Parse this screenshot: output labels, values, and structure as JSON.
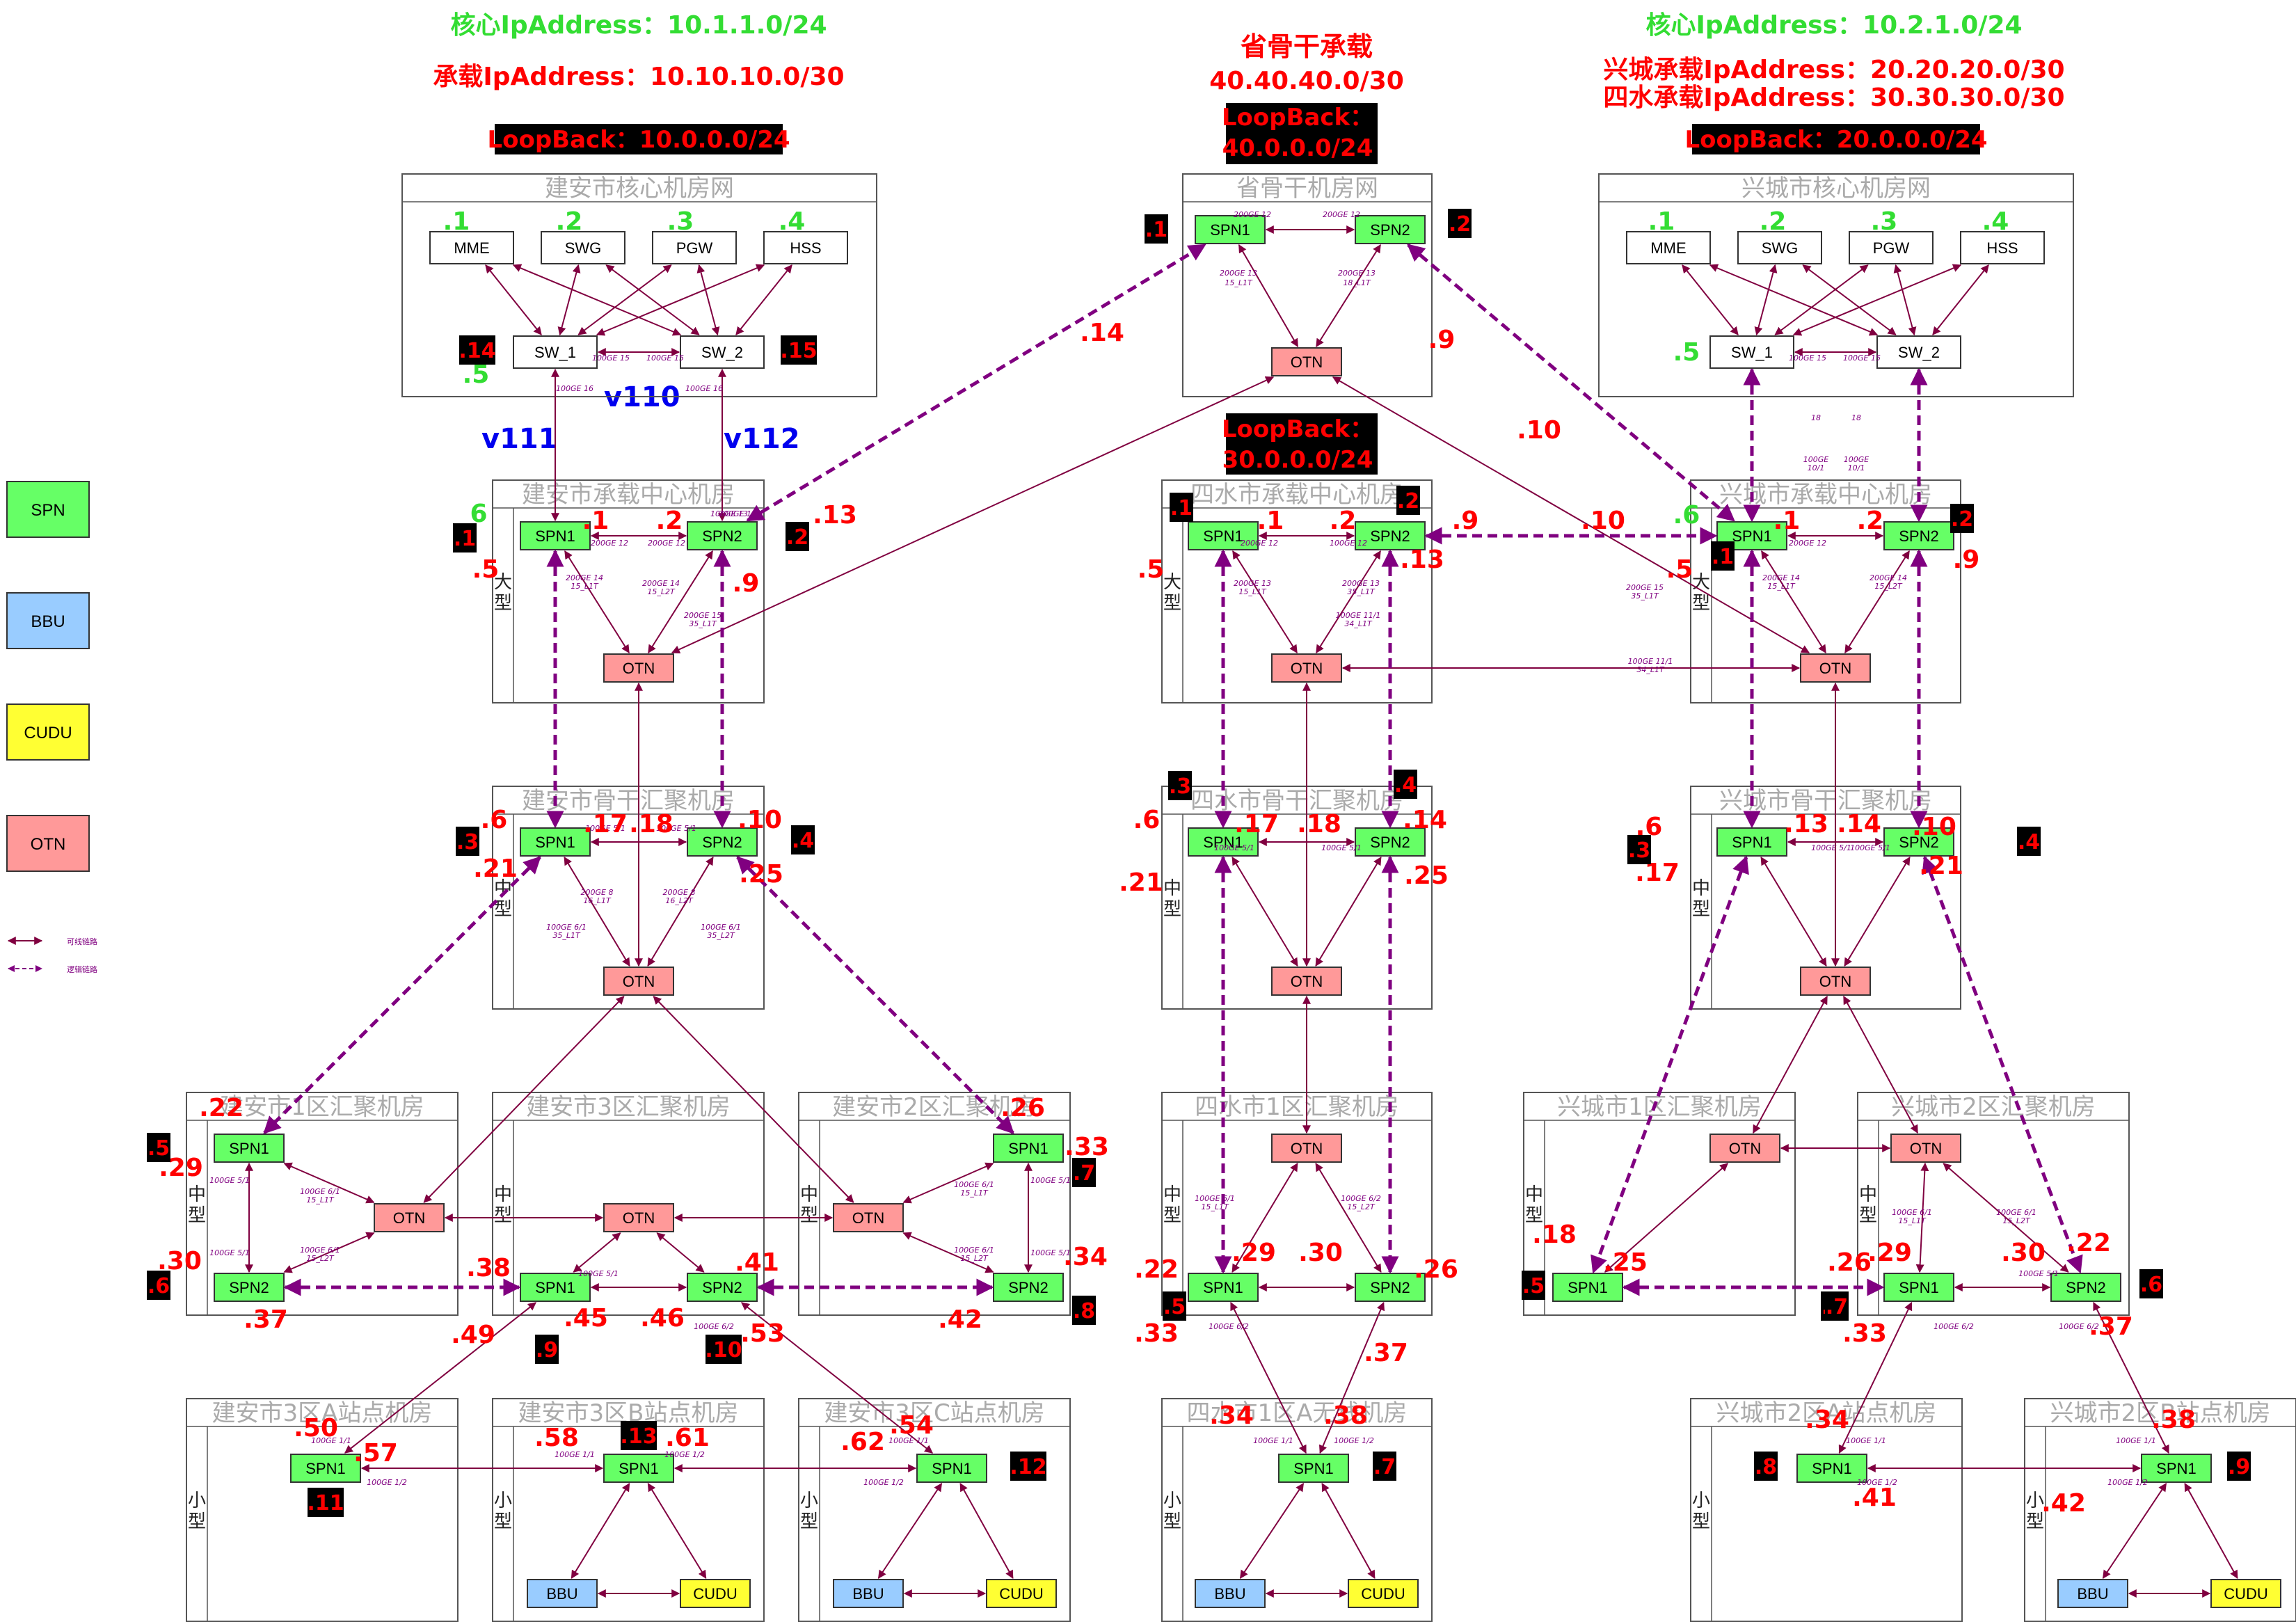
{
  "headers": {
    "left_core_ip": "核心IpAddress：10.1.1.0/24",
    "left_bearer_ip": "承载IpAddress：10.10.10.0/30",
    "left_loopback": "LoopBack：10.0.0.0/24",
    "mid_title": "省骨干承载",
    "mid_ip": "40.40.40.0/30",
    "mid_loopback_a": "LoopBack：",
    "mid_loopback_b": "40.0.0.0/24",
    "right_core_ip": "核心IpAddress：10.2.1.0/24",
    "right_bearer_ip1": "兴城承载IpAddress：20.20.20.0/30",
    "right_bearer_ip2": "四水承载IpAddress：30.30.30.0/30",
    "right_loopback": "LoopBack：20.0.0.0/24",
    "sishui_loopback_a": "LoopBack：",
    "sishui_loopback_b": "30.0.0.0/24"
  },
  "colors": {
    "spn": "#66ff66",
    "bbu": "#99ccff",
    "cudu": "#ffff33",
    "otn": "#ff9999",
    "link": "#800040",
    "dashed": "#800080",
    "red": "#ff0000",
    "green": "#33dd33",
    "blue": "#0000ee"
  },
  "legend": [
    {
      "label": "SPN",
      "color": "#66ff66"
    },
    {
      "label": "BBU",
      "color": "#99ccff"
    },
    {
      "label": "CUDU",
      "color": "#ffff33"
    },
    {
      "label": "OTN",
      "color": "#ff9999"
    }
  ],
  "legend_lines": [
    "可线链路",
    "逻辑链路"
  ],
  "vlans": [
    "v111",
    "v110",
    "v112"
  ],
  "rooms": [
    {
      "id": "ja_core",
      "title": "建安市核心机房网"
    },
    {
      "id": "prov",
      "title": "省骨干机房网"
    },
    {
      "id": "xc_core",
      "title": "兴城市核心机房网"
    },
    {
      "id": "ja_bear",
      "title": "建安市承载中心机房",
      "size": "大型"
    },
    {
      "id": "ss_bear",
      "title": "四水市承载中心机房",
      "size": "大型"
    },
    {
      "id": "xc_bear",
      "title": "兴城市承载中心机房",
      "size": "大型"
    },
    {
      "id": "ja_agg",
      "title": "建安市骨干汇聚机房",
      "size": "中型"
    },
    {
      "id": "ss_agg",
      "title": "四水市骨干汇聚机房",
      "size": "中型"
    },
    {
      "id": "xc_agg",
      "title": "兴城市骨干汇聚机房",
      "size": "中型"
    },
    {
      "id": "ja1",
      "title": "建安市1区汇聚机房",
      "size": "中型"
    },
    {
      "id": "ja3",
      "title": "建安市3区汇聚机房",
      "size": "中型"
    },
    {
      "id": "ja2",
      "title": "建安市2区汇聚机房",
      "size": "中型"
    },
    {
      "id": "ss1",
      "title": "四水市1区汇聚机房",
      "size": "中型"
    },
    {
      "id": "xc1",
      "title": "兴城市1区汇聚机房",
      "size": "中型"
    },
    {
      "id": "xc2",
      "title": "兴城市2区汇聚机房",
      "size": "中型"
    },
    {
      "id": "ja3a",
      "title": "建安市3区A站点机房",
      "size": "小型"
    },
    {
      "id": "ja3b",
      "title": "建安市3区B站点机房",
      "size": "小型"
    },
    {
      "id": "ja3c",
      "title": "建安市3区C站点机房",
      "size": "小型"
    },
    {
      "id": "ss1a",
      "title": "四水市1区A无线机房",
      "size": "小型"
    },
    {
      "id": "xc2a",
      "title": "兴城市2区A站点机房",
      "size": "小型"
    },
    {
      "id": "xc2b",
      "title": "兴城市2区B站点机房",
      "size": "小型"
    }
  ],
  "nodes": [
    {
      "id": "ja_mme",
      "label": "MME",
      "type": "box"
    },
    {
      "id": "ja_swg",
      "label": "SWG",
      "type": "box"
    },
    {
      "id": "ja_pgw",
      "label": "PGW",
      "type": "box"
    },
    {
      "id": "ja_hss",
      "label": "HSS",
      "type": "box"
    },
    {
      "id": "ja_sw1",
      "label": "SW_1",
      "type": "box"
    },
    {
      "id": "ja_sw2",
      "label": "SW_2",
      "type": "box"
    },
    {
      "id": "xc_mme",
      "label": "MME",
      "type": "box"
    },
    {
      "id": "xc_swg",
      "label": "SWG",
      "type": "box"
    },
    {
      "id": "xc_pgw",
      "label": "PGW",
      "type": "box"
    },
    {
      "id": "xc_hss",
      "label": "HSS",
      "type": "box"
    },
    {
      "id": "xc_sw1",
      "label": "SW_1",
      "type": "box"
    },
    {
      "id": "xc_sw2",
      "label": "SW_2",
      "type": "box"
    },
    {
      "id": "pv_spn1",
      "label": "SPN1",
      "type": "spn"
    },
    {
      "id": "pv_spn2",
      "label": "SPN2",
      "type": "spn"
    },
    {
      "id": "pv_otn",
      "label": "OTN",
      "type": "otn"
    },
    {
      "id": "jb_spn1",
      "label": "SPN1",
      "type": "spn"
    },
    {
      "id": "jb_spn2",
      "label": "SPN2",
      "type": "spn"
    },
    {
      "id": "jb_otn",
      "label": "OTN",
      "type": "otn"
    },
    {
      "id": "sb_spn1",
      "label": "SPN1",
      "type": "spn"
    },
    {
      "id": "sb_spn2",
      "label": "SPN2",
      "type": "spn"
    },
    {
      "id": "sb_otn",
      "label": "OTN",
      "type": "otn"
    },
    {
      "id": "xb_spn1",
      "label": "SPN1",
      "type": "spn"
    },
    {
      "id": "xb_spn2",
      "label": "SPN2",
      "type": "spn"
    },
    {
      "id": "xb_otn",
      "label": "OTN",
      "type": "otn"
    },
    {
      "id": "jg_spn1",
      "label": "SPN1",
      "type": "spn"
    },
    {
      "id": "jg_spn2",
      "label": "SPN2",
      "type": "spn"
    },
    {
      "id": "jg_otn",
      "label": "OTN",
      "type": "otn"
    },
    {
      "id": "sg_spn1",
      "label": "SPN1",
      "type": "spn"
    },
    {
      "id": "sg_spn2",
      "label": "SPN2",
      "type": "spn"
    },
    {
      "id": "sg_otn",
      "label": "OTN",
      "type": "otn"
    },
    {
      "id": "xg_spn1",
      "label": "SPN1",
      "type": "spn"
    },
    {
      "id": "xg_spn2",
      "label": "SPN2",
      "type": "spn"
    },
    {
      "id": "xg_otn",
      "label": "OTN",
      "type": "otn"
    },
    {
      "id": "j1_spn1",
      "label": "SPN1",
      "type": "spn"
    },
    {
      "id": "j1_spn2",
      "label": "SPN2",
      "type": "spn"
    },
    {
      "id": "j1_otn",
      "label": "OTN",
      "type": "otn"
    },
    {
      "id": "j3_otn",
      "label": "OTN",
      "type": "otn"
    },
    {
      "id": "j3_spn1",
      "label": "SPN1",
      "type": "spn"
    },
    {
      "id": "j3_spn2",
      "label": "SPN2",
      "type": "spn"
    },
    {
      "id": "j2_spn1",
      "label": "SPN1",
      "type": "spn"
    },
    {
      "id": "j2_spn2",
      "label": "SPN2",
      "type": "spn"
    },
    {
      "id": "j2_otn",
      "label": "OTN",
      "type": "otn"
    },
    {
      "id": "s1_otn",
      "label": "OTN",
      "type": "otn"
    },
    {
      "id": "s1_spn1",
      "label": "SPN1",
      "type": "spn"
    },
    {
      "id": "s1_spn2",
      "label": "SPN2",
      "type": "spn"
    },
    {
      "id": "x1_otn",
      "label": "OTN",
      "type": "otn"
    },
    {
      "id": "x1_spn1",
      "label": "SPN1",
      "type": "spn"
    },
    {
      "id": "x2_otn",
      "label": "OTN",
      "type": "otn"
    },
    {
      "id": "x2_spn1",
      "label": "SPN1",
      "type": "spn"
    },
    {
      "id": "x2_spn2",
      "label": "SPN2",
      "type": "spn"
    },
    {
      "id": "ja_spn",
      "label": "SPN1",
      "type": "spn"
    },
    {
      "id": "jb3_spn",
      "label": "SPN1",
      "type": "spn"
    },
    {
      "id": "jc_spn",
      "label": "SPN1",
      "type": "spn"
    },
    {
      "id": "jb3_bbu",
      "label": "BBU",
      "type": "bbu"
    },
    {
      "id": "jb3_cudu",
      "label": "CUDU",
      "type": "cudu"
    },
    {
      "id": "jc_bbu",
      "label": "BBU",
      "type": "bbu"
    },
    {
      "id": "jc_cudu",
      "label": "CUDU",
      "type": "cudu"
    },
    {
      "id": "sa_spn",
      "label": "SPN1",
      "type": "spn"
    },
    {
      "id": "sa_bbu",
      "label": "BBU",
      "type": "bbu"
    },
    {
      "id": "sa_cudu",
      "label": "CUDU",
      "type": "cudu"
    },
    {
      "id": "xa_spn",
      "label": "SPN1",
      "type": "spn"
    },
    {
      "id": "xbs_spn",
      "label": "SPN1",
      "type": "spn"
    },
    {
      "id": "xbs_bbu",
      "label": "BBU",
      "type": "bbu"
    },
    {
      "id": "xbs_cudu",
      "label": "CUDU",
      "type": "cudu"
    }
  ],
  "links": [
    [
      "ja_mme",
      "ja_sw1"
    ],
    [
      "ja_mme",
      "ja_sw2"
    ],
    [
      "ja_swg",
      "ja_sw1"
    ],
    [
      "ja_swg",
      "ja_sw2"
    ],
    [
      "ja_pgw",
      "ja_sw1"
    ],
    [
      "ja_pgw",
      "ja_sw2"
    ],
    [
      "ja_hss",
      "ja_sw1"
    ],
    [
      "ja_hss",
      "ja_sw2"
    ],
    [
      "ja_sw1",
      "ja_sw2"
    ],
    [
      "ja_sw1",
      "jb_spn1"
    ],
    [
      "ja_sw2",
      "jb_spn2"
    ],
    [
      "xc_mme",
      "xc_sw1"
    ],
    [
      "xc_mme",
      "xc_sw2"
    ],
    [
      "xc_swg",
      "xc_sw1"
    ],
    [
      "xc_swg",
      "xc_sw2"
    ],
    [
      "xc_pgw",
      "xc_sw1"
    ],
    [
      "xc_pgw",
      "xc_sw2"
    ],
    [
      "xc_hss",
      "xc_sw1"
    ],
    [
      "xc_hss",
      "xc_sw2"
    ],
    [
      "xc_sw1",
      "xc_sw2"
    ],
    [
      "pv_spn1",
      "pv_spn2"
    ],
    [
      "pv_spn1",
      "pv_otn"
    ],
    [
      "pv_spn2",
      "pv_otn"
    ],
    [
      "pv_otn",
      "jb_otn"
    ],
    [
      "pv_otn",
      "xb_otn"
    ],
    [
      "jb_spn1",
      "jb_spn2"
    ],
    [
      "jb_spn1",
      "jb_otn"
    ],
    [
      "jb_spn2",
      "jb_otn"
    ],
    [
      "sb_spn1",
      "sb_spn2"
    ],
    [
      "sb_spn1",
      "sb_otn"
    ],
    [
      "sb_spn2",
      "sb_otn"
    ],
    [
      "sb_otn",
      "xb_otn"
    ],
    [
      "xb_spn1",
      "xb_spn2"
    ],
    [
      "xb_spn1",
      "xb_otn"
    ],
    [
      "xb_spn2",
      "xb_otn"
    ],
    [
      "jb_otn",
      "jg_otn"
    ],
    [
      "sb_otn",
      "sg_otn"
    ],
    [
      "xb_otn",
      "xg_otn"
    ],
    [
      "jg_spn1",
      "jg_spn2"
    ],
    [
      "jg_spn1",
      "jg_otn"
    ],
    [
      "jg_spn2",
      "jg_otn"
    ],
    [
      "sg_spn1",
      "sg_spn2"
    ],
    [
      "sg_spn1",
      "sg_otn"
    ],
    [
      "sg_spn2",
      "sg_otn"
    ],
    [
      "xg_spn1",
      "xg_spn2"
    ],
    [
      "xg_spn1",
      "xg_otn"
    ],
    [
      "xg_spn2",
      "xg_otn"
    ],
    [
      "jg_otn",
      "j1_otn"
    ],
    [
      "jg_otn",
      "j2_otn"
    ],
    [
      "sg_otn",
      "s1_otn"
    ],
    [
      "xg_otn",
      "x1_otn"
    ],
    [
      "xg_otn",
      "x2_otn"
    ],
    [
      "j1_spn1",
      "j1_spn2"
    ],
    [
      "j1_spn1",
      "j1_otn"
    ],
    [
      "j1_spn2",
      "j1_otn"
    ],
    [
      "j1_otn",
      "j3_otn"
    ],
    [
      "j3_otn",
      "j3_spn1"
    ],
    [
      "j3_otn",
      "j3_spn2"
    ],
    [
      "j3_spn1",
      "j3_spn2"
    ],
    [
      "j3_otn",
      "j2_otn"
    ],
    [
      "j2_spn1",
      "j2_spn2"
    ],
    [
      "j2_spn1",
      "j2_otn"
    ],
    [
      "j2_spn2",
      "j2_otn"
    ],
    [
      "s1_otn",
      "s1_spn1"
    ],
    [
      "s1_otn",
      "s1_spn2"
    ],
    [
      "s1_spn1",
      "s1_spn2"
    ],
    [
      "x1_otn",
      "x1_spn1"
    ],
    [
      "x1_otn",
      "x2_otn"
    ],
    [
      "x2_otn",
      "x2_spn1"
    ],
    [
      "x2_otn",
      "x2_spn2"
    ],
    [
      "x2_spn1",
      "x2_spn2"
    ],
    [
      "j3_spn1",
      "ja_spn"
    ],
    [
      "ja_spn",
      "jb3_spn"
    ],
    [
      "jb3_spn",
      "jc_spn"
    ],
    [
      "jc_spn",
      "j3_spn2"
    ],
    [
      "jb3_spn",
      "jb3_bbu"
    ],
    [
      "jb3_spn",
      "jb3_cudu"
    ],
    [
      "jb3_bbu",
      "jb3_cudu"
    ],
    [
      "jc_spn",
      "jc_bbu"
    ],
    [
      "jc_spn",
      "jc_cudu"
    ],
    [
      "jc_bbu",
      "jc_cudu"
    ],
    [
      "s1_spn1",
      "sa_spn"
    ],
    [
      "s1_spn2",
      "sa_spn"
    ],
    [
      "sa_spn",
      "sa_bbu"
    ],
    [
      "sa_spn",
      "sa_cudu"
    ],
    [
      "sa_bbu",
      "sa_cudu"
    ],
    [
      "x2_spn1",
      "xa_spn"
    ],
    [
      "xa_spn",
      "xbs_spn"
    ],
    [
      "x2_spn2",
      "xbs_spn"
    ],
    [
      "xbs_spn",
      "xbs_bbu"
    ],
    [
      "xbs_spn",
      "xbs_cudu"
    ],
    [
      "xbs_bbu",
      "xbs_cudu"
    ]
  ],
  "dashed_links": [
    [
      "jb_spn2",
      "pv_spn1"
    ],
    [
      "pv_spn2",
      "xb_spn1"
    ],
    [
      "sb_spn2",
      "xb_spn1"
    ],
    [
      "xc_sw1",
      "xb_spn1"
    ],
    [
      "xc_sw2",
      "xb_spn2"
    ],
    [
      "jb_spn1",
      "jg_spn1"
    ],
    [
      "jb_spn2",
      "jg_spn2"
    ],
    [
      "sb_spn1",
      "sg_spn1"
    ],
    [
      "sb_spn2",
      "sg_spn2"
    ],
    [
      "sg_spn1",
      "s1_spn1"
    ],
    [
      "sg_spn2",
      "s1_spn2"
    ],
    [
      "xb_spn1",
      "xg_spn1"
    ],
    [
      "xb_spn2",
      "xg_spn2"
    ],
    [
      "jg_spn1",
      "j1_spn1"
    ],
    [
      "jg_spn2",
      "j2_spn1"
    ],
    [
      "j1_spn2",
      "j3_spn1"
    ],
    [
      "j3_spn2",
      "j2_spn2"
    ],
    [
      "xg_spn1",
      "x1_spn1"
    ],
    [
      "xg_spn2",
      "x2_spn2"
    ],
    [
      "x1_spn1",
      "x2_spn1"
    ]
  ],
  "ip_labels": [
    {
      "text": ".1",
      "color": "green"
    },
    {
      "text": ".2",
      "color": "green"
    },
    {
      "text": ".3",
      "color": "green"
    },
    {
      "text": ".4",
      "color": "green"
    },
    {
      "text": ".5",
      "color": "green"
    },
    {
      "text": ".1",
      "color": "green"
    },
    {
      "text": ".2",
      "color": "green"
    },
    {
      "text": ".3",
      "color": "green"
    },
    {
      "text": ".4",
      "color": "green"
    },
    {
      "text": ".5",
      "color": "green"
    },
    {
      "text": "6",
      "color": "green"
    },
    {
      "text": ".6",
      "color": "green"
    },
    {
      "text": ".14",
      "color": "red"
    },
    {
      "text": ".9",
      "color": "red"
    },
    {
      "text": ".10",
      "color": "red"
    },
    {
      "text": ".13",
      "color": "red"
    },
    {
      "text": ".9",
      "color": "red"
    },
    {
      "text": ".5",
      "color": "red"
    },
    {
      "text": ".1",
      "color": "red"
    },
    {
      "text": ".2",
      "color": "red"
    },
    {
      "text": ".1",
      "color": "red"
    },
    {
      "text": ".2",
      "color": "red"
    },
    {
      "text": ".13",
      "color": "red"
    },
    {
      "text": ".9",
      "color": "red"
    },
    {
      "text": ".10",
      "color": "red"
    },
    {
      "text": ".5",
      "color": "red"
    },
    {
      "text": ".1",
      "color": "red"
    },
    {
      "text": ".2",
      "color": "red"
    },
    {
      "text": ".9",
      "color": "red"
    },
    {
      "text": ".5",
      "color": "red"
    },
    {
      "text": ".9",
      "color": "red"
    },
    {
      "text": ".17",
      "color": "red"
    },
    {
      "text": ".18",
      "color": "red"
    },
    {
      "text": ".6",
      "color": "red"
    },
    {
      "text": ".10",
      "color": "red"
    },
    {
      "text": ".21",
      "color": "red"
    },
    {
      "text": ".25",
      "color": "red"
    },
    {
      "text": ".6",
      "color": "red"
    },
    {
      "text": ".17",
      "color": "red"
    },
    {
      "text": ".18",
      "color": "red"
    },
    {
      "text": ".14",
      "color": "red"
    },
    {
      "text": ".21",
      "color": "red"
    },
    {
      "text": ".25",
      "color": "red"
    },
    {
      "text": ".6",
      "color": "red"
    },
    {
      "text": ".13",
      "color": "red"
    },
    {
      "text": ".14",
      "color": "red"
    },
    {
      "text": ".10",
      "color": "red"
    },
    {
      "text": ".17",
      "color": "red"
    },
    {
      "text": ".21",
      "color": "red"
    },
    {
      "text": ".22",
      "color": "red"
    },
    {
      "text": ".29",
      "color": "red"
    },
    {
      "text": ".30",
      "color": "red"
    },
    {
      "text": ".37",
      "color": "red"
    },
    {
      "text": ".26",
      "color": "red"
    },
    {
      "text": ".33",
      "color": "red"
    },
    {
      "text": ".34",
      "color": "red"
    },
    {
      "text": ".42",
      "color": "red"
    },
    {
      "text": ".38",
      "color": "red"
    },
    {
      "text": ".41",
      "color": "red"
    },
    {
      "text": ".45",
      "color": "red"
    },
    {
      "text": ".46",
      "color": "red"
    },
    {
      "text": ".49",
      "color": "red"
    },
    {
      "text": ".53",
      "color": "red"
    },
    {
      "text": ".29",
      "color": "red"
    },
    {
      "text": ".30",
      "color": "red"
    },
    {
      "text": ".22",
      "color": "red"
    },
    {
      "text": ".26",
      "color": "red"
    },
    {
      "text": ".33",
      "color": "red"
    },
    {
      "text": ".37",
      "color": "red"
    },
    {
      "text": ".18",
      "color": "red"
    },
    {
      "text": ".25",
      "color": "red"
    },
    {
      "text": ".26",
      "color": "red"
    },
    {
      "text": ".29",
      "color": "red"
    },
    {
      "text": ".30",
      "color": "red"
    },
    {
      "text": ".22",
      "color": "red"
    },
    {
      "text": ".33",
      "color": "red"
    },
    {
      "text": ".37",
      "color": "red"
    },
    {
      "text": ".50",
      "color": "red"
    },
    {
      "text": ".57",
      "color": "red"
    },
    {
      "text": ".58",
      "color": "red"
    },
    {
      "text": ".61",
      "color": "red"
    },
    {
      "text": ".54",
      "color": "red"
    },
    {
      "text": ".62",
      "color": "red"
    },
    {
      "text": ".34",
      "color": "red"
    },
    {
      "text": ".38",
      "color": "red"
    },
    {
      "text": ".34",
      "color": "red"
    },
    {
      "text": ".41",
      "color": "red"
    },
    {
      "text": ".38",
      "color": "red"
    },
    {
      "text": ".42",
      "color": "red"
    }
  ],
  "loopback_tags": [
    ".14",
    ".15",
    ".1",
    ".2",
    ".1",
    ".2",
    ".1",
    ".2",
    ".1",
    ".2",
    ".3",
    ".4",
    ".3",
    ".4",
    ".3",
    ".4",
    ".5",
    ".6",
    ".7",
    ".8",
    ".9",
    ".10",
    ".5",
    ".6",
    ".5",
    ".7",
    ".6",
    ".11",
    ".13",
    ".12",
    ".7",
    ".8",
    ".9"
  ],
  "port_labels": [
    "200GE 12",
    "200GE 12",
    "200GE 13",
    "15_L1T",
    "200GE 13",
    "18_L1T",
    "100GE 15",
    "100GE 15",
    "100GE 16",
    "100GE 16",
    "100GE 15",
    "100GE 15",
    "18",
    "18",
    "100GE",
    "10/1",
    "100GE",
    "10/1",
    "100GE 13",
    "200GE 12",
    "200GE 12",
    "200GE 12",
    "100GE 12",
    "200GE 13",
    "200GE 12",
    "200GE 14",
    "15_L1T",
    "200GE 14",
    "15_L2T",
    "200GE 15",
    "35_L1T",
    "200GE 13",
    "15_L1T",
    "200GE 13",
    "35_L1T",
    "100GE 11/1",
    "34_L1T",
    "200GE 15",
    "35_L1T",
    "100GE 11/1",
    "34_L1T",
    "200GE 14",
    "15_L1T",
    "200GE 14",
    "15_L2T",
    "100GE 5/1",
    "100GE 5/1",
    "100GE 5/1",
    "100GE 5/1",
    "100GE 5/1",
    "100GE 5/1",
    "200GE 8",
    "16_L1T",
    "200GE 8",
    "16_L2T",
    "100GE 6/1",
    "35_L1T",
    "100GE 6/1",
    "35_L2T",
    "100GE 5/1",
    "100GE 5/1",
    "100GE 6/1",
    "15_L1T",
    "100GE 6/1",
    "15_L2T",
    "100GE 5/1",
    "100GE 5/1",
    "100GE 6/1",
    "15_L1T",
    "100GE 6/1",
    "15_L2T",
    "100GE 5/1",
    "100GE 6/2",
    "100GE 6/2",
    "100GE 6/1",
    "15_L1T",
    "100GE 6/2",
    "15_L2T",
    "100GE 6/1",
    "15_L1T",
    "100GE 6/1",
    "15_L2T",
    "100GE 5/1",
    "100GE 6/2",
    "100GE 6/2",
    "100GE 1/1",
    "100GE 1/2",
    "100GE 1/1",
    "100GE 1/2",
    "100GE 1/1",
    "100GE 1/2",
    "100GE 1/1",
    "100GE 1/2",
    "100GE 1/1",
    "100GE 1/2",
    "100GE 1/1",
    "100GE 1/2"
  ]
}
